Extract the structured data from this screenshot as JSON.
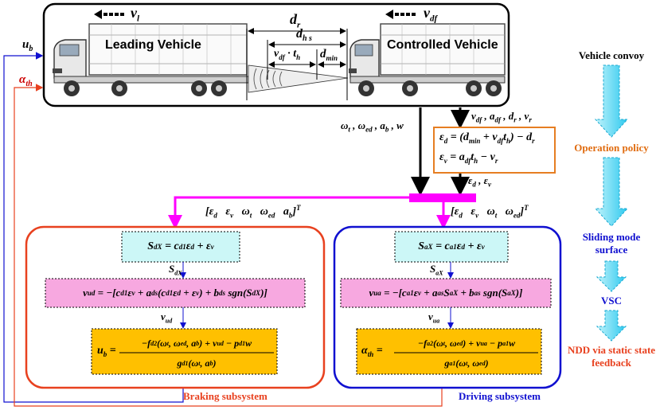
{
  "top_panel": {
    "leading_label": "Leading Vehicle",
    "controlled_label": "Controlled Vehicle",
    "v_l": "v_l",
    "v_df": "v_df",
    "d_r": "d_r",
    "d_hs": "d_h s",
    "vdf_th": "v_df · t_h",
    "d_min": "d_min"
  },
  "signals": {
    "u_b": "u_b",
    "alpha_th": "α_th",
    "vehicle_states": "v_df , a_df , d_r , v_r",
    "actuator_states": "ω_t , ω_ed , a_b , w",
    "errors": "ε_d , ε_v",
    "brake_vector": "[ε_d  ε_v  ω_t  ω_ed  a_b]^T",
    "drive_vector": "[ε_d  ε_v  ω_t  ω_ed]^T",
    "s_dx": "S_dX",
    "v_ud": "v_ud",
    "s_ax": "S_aX",
    "v_ua": "v_ua"
  },
  "error_box": {
    "eq1": "ε_d = (d_min + v_df t_h) − d_r",
    "eq2": "ε_v = a_df t_h − v_r"
  },
  "braking": {
    "title": "Braking subsystem",
    "surface": "S_dX = c_d1 ε_d + ε_v",
    "vsc": "v_ud = −[c_d1 ε_v + a_ds (c_d1 ε_d + ε_v) + b_ds sgn(S_dX)]",
    "ndd_num": "−f_d2 (ω_t , ω_ed , a_b) + v_ud − p_d1 w",
    "ndd_den": "g_d1 (ω_t , a_b)",
    "ndd_lhs": "u_b ="
  },
  "driving": {
    "title": "Driving subsystem",
    "surface": "S_aX = c_a1 ε_d + ε_v",
    "vsc": "v_ua = −[c_a1 ε_v + a_as S_aX + b_as sgn(S_aX)]",
    "ndd_num": "−f_a2 (ω_t , ω_ed) + v_ua − p_a1 w",
    "ndd_den": "g_a1 (ω_t , ω_ed)",
    "ndd_lhs": "α_th ="
  },
  "flow": {
    "convoy": "Vehicle convoy",
    "policy": "Operation policy",
    "surface": "Sliding mode surface",
    "vsc": "VSC",
    "ndd": "NDD via static state feedback"
  },
  "colors": {
    "magenta": "#ff00ff",
    "orange": "#e67e22",
    "red_border": "#e8411f",
    "blue_border": "#1010d0",
    "cyan_fill": "#ccf7f7",
    "pink_fill": "#f7a8e0",
    "gold_fill": "#ffc000",
    "flow_arrow": "#3fd5f5"
  }
}
